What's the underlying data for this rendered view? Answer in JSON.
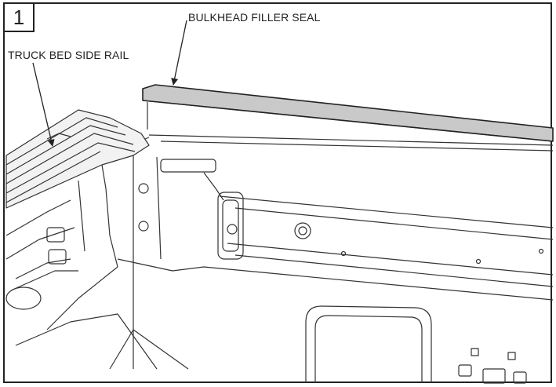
{
  "figure": {
    "step_number": "1",
    "callouts": {
      "bulkhead_filler_seal": "BULKHEAD FILLER SEAL",
      "truck_bed_side_rail": "TRUCK BED SIDE RAIL"
    }
  }
}
